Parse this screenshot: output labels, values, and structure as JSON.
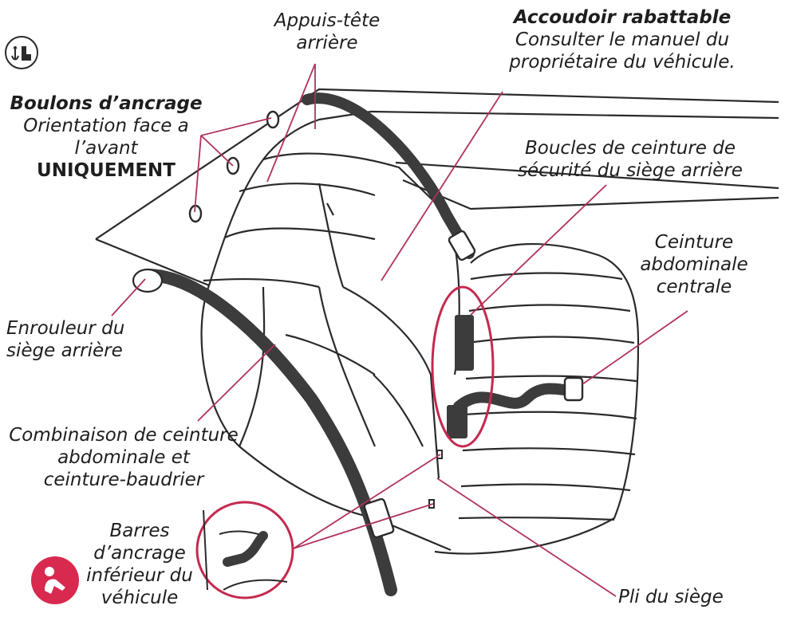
{
  "labels": {
    "headrest": {
      "line1": "Appuis-tête",
      "line2": "arrière"
    },
    "armrest": {
      "title": "Accoudoir rabattable",
      "line1": "Consulter le manuel du",
      "line2": "propriétaire du véhicule."
    },
    "anchor_bolts": {
      "title": "Boulons d’ancrage",
      "line1": "Orientation face a",
      "line2": "l’avant",
      "line3": "UNIQUEMENT"
    },
    "buckles": {
      "line1": "Boucles de ceinture de",
      "line2": "sécurité du siège arrière"
    },
    "center_lap_belt": {
      "line1": "Ceinture",
      "line2": "abdominale",
      "line3": "centrale"
    },
    "retractor": {
      "line1": "Enrouleur du",
      "line2": "siège arrière"
    },
    "combo_belt": {
      "line1": "Combinaison de ceinture",
      "line2": "abdominale et",
      "line3": "ceinture-baudrier"
    },
    "lower_bars": {
      "line1": "Barres",
      "line2": "d’ancrage",
      "line3": "inférieur du",
      "line4": "véhicule"
    },
    "seat_bight": {
      "line1": "Pli du siège"
    }
  },
  "icons": {
    "top_left": "tether-anchor-icon",
    "bottom_left": "lower-anchor-icon"
  },
  "colors": {
    "leader": "#b0325a",
    "highlight": "#c4294f",
    "badge": "#d8294f",
    "belt": "#3c3c3c",
    "outline": "#2a2a2a"
  }
}
